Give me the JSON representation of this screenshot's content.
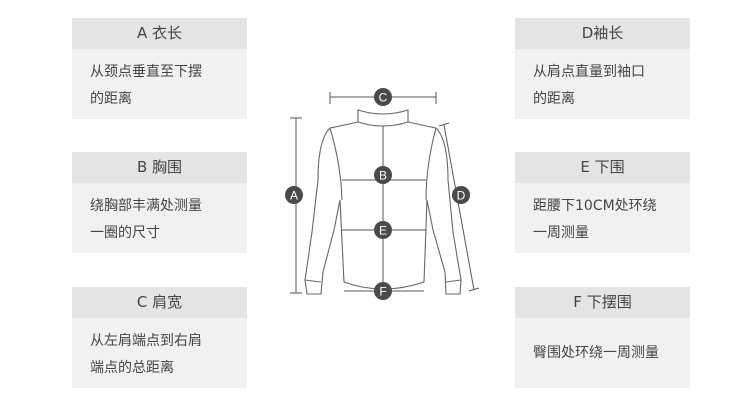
{
  "cards": {
    "a": {
      "title": "A 衣长",
      "line1": "从颈点垂直至下摆",
      "line2": "的距离"
    },
    "b": {
      "title": "B 胸围",
      "line1": "绕胸部丰满处测量",
      "line2": "一圈的尺寸"
    },
    "c": {
      "title": "C 肩宽",
      "line1": "从左肩端点到右肩",
      "line2": "端点的总距离"
    },
    "d": {
      "title": "D袖长",
      "line1": "从肩点直量到袖口",
      "line2": "的距离"
    },
    "e": {
      "title": "E 下围",
      "line1": "距腰下10CM处环绕",
      "line2": "一周测量"
    },
    "f": {
      "title": "F 下摆围",
      "line1": "臀围处环绕一周测量",
      "line2": ""
    }
  },
  "markers": {
    "a": "A",
    "b": "B",
    "c": "C",
    "d": "D",
    "e": "E",
    "f": "F"
  },
  "colors": {
    "header_bg": "#e4e4e4",
    "body_bg": "#f1f1f1",
    "marker_bg": "#4a4a4a",
    "line": "#555555"
  }
}
